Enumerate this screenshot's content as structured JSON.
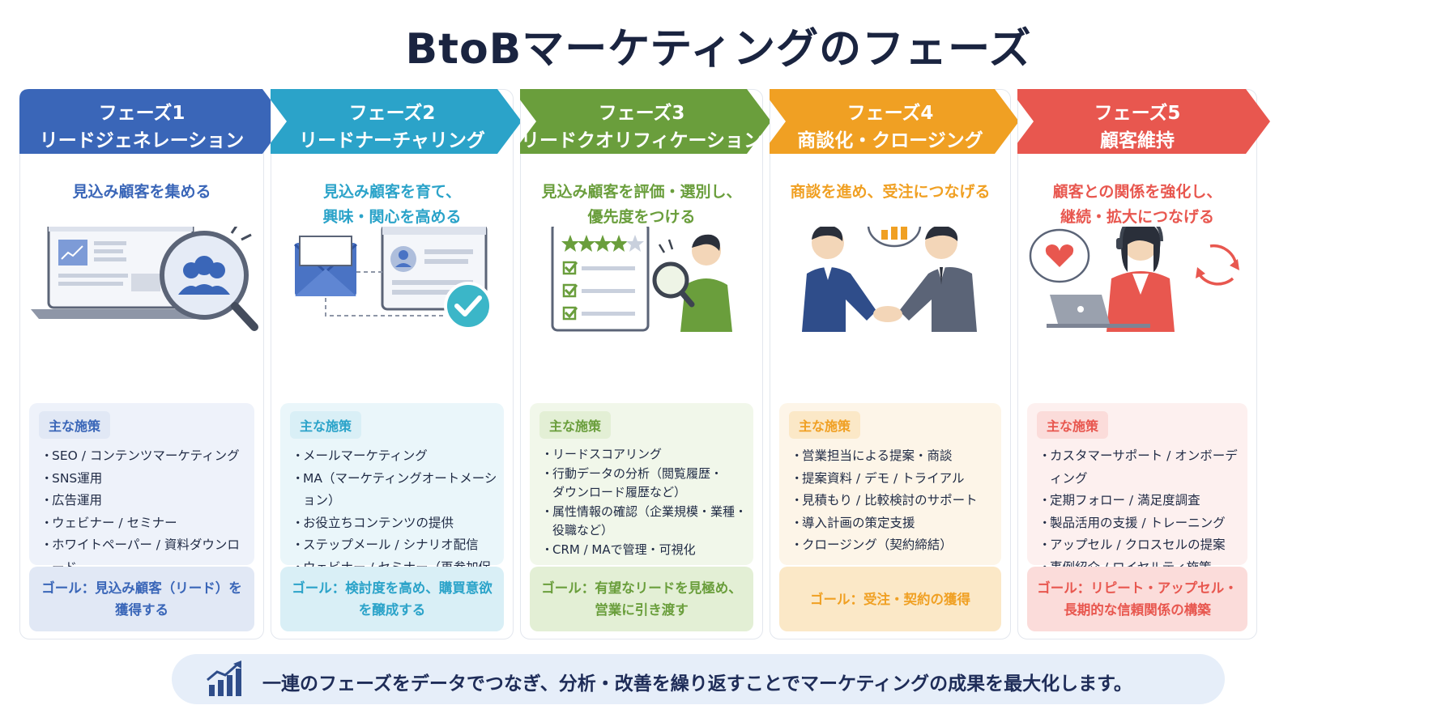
{
  "title": "BtoBマーケティングのフェーズ",
  "phases": [
    {
      "header_line1": "フェーズ1",
      "header_line2": "リードジェネレーション",
      "tagline_line1": "見込み顧客を集める",
      "tagline_line2": "",
      "measures_label": "主な施策",
      "measures": [
        "SEO / コンテンツマーケティング",
        "SNS運用",
        "広告運用",
        "ウェビナー / セミナー",
        "ホワイトペーパー / 資料ダウンロード"
      ],
      "goal_line1": "ゴール：見込み顧客（リード）を獲得する",
      "goal_line2": "",
      "color": "#3a66b8",
      "light": "#eef2fa",
      "goal_bg": "#e1e8f5",
      "icon": "laptop-magnifier-people-icon"
    },
    {
      "header_line1": "フェーズ2",
      "header_line2": "リードナーチャリング",
      "tagline_line1": "見込み顧客を育て、",
      "tagline_line2": "興味・関心を高める",
      "measures_label": "主な施策",
      "measures": [
        "メールマーケティング",
        "MA（マーケティングオートメーション）",
        "お役立ちコンテンツの提供",
        "ステップメール / シナリオ配信",
        "ウェビナー / セミナー（再参加促進）"
      ],
      "goal_line1": "ゴール：検討度を高め、購買意欲を醸成する",
      "goal_line2": "",
      "color": "#2ba3c9",
      "light": "#eaf6fa",
      "goal_bg": "#d9eff6",
      "icon": "email-profile-check-icon"
    },
    {
      "header_line1": "フェーズ3",
      "header_line2": "リードクオリフィケーション",
      "tagline_line1": "見込み顧客を評価・選別し、",
      "tagline_line2": "優先度をつける",
      "measures_label": "主な施策",
      "measures": [
        "リードスコアリング",
        "行動データの分析（閲覧履歴・|ダウンロード履歴など）",
        "属性情報の確認（企業規模・業種・|役職など）",
        "CRM / MAで管理・可視化"
      ],
      "goal_line1": "ゴール：有望なリードを見極め、",
      "goal_line2": "営業に引き渡す",
      "color": "#6a9e3c",
      "light": "#f1f7ea",
      "goal_bg": "#e3efd5",
      "icon": "checklist-stars-magnifier-icon"
    },
    {
      "header_line1": "フェーズ4",
      "header_line2": "商談化・クロージング",
      "tagline_line1": "商談を進め、受注につなげる",
      "tagline_line2": "",
      "measures_label": "主な施策",
      "measures": [
        "営業担当による提案・商談",
        "提案資料 / デモ / トライアル",
        "見積もり / 比較検討のサポート",
        "導入計画の策定支援",
        "クロージング（契約締結）"
      ],
      "goal_line1": "ゴール：受注・契約の獲得",
      "goal_line2": "",
      "color": "#f0a023",
      "light": "#fdf5e8",
      "goal_bg": "#fbe8c7",
      "icon": "handshake-chart-icon"
    },
    {
      "header_line1": "フェーズ5",
      "header_line2": "顧客維持",
      "tagline_line1": "顧客との関係を強化し、",
      "tagline_line2": "継続・拡大につなげる",
      "measures_label": "主な施策",
      "measures": [
        "カスタマーサポート / オンボーディング",
        "定期フォロー / 満足度調査",
        "製品活用の支援 / トレーニング",
        "アップセル / クロスセルの提案",
        "事例紹介 / ロイヤルティ施策"
      ],
      "goal_line1": "ゴール：リピート・アップセル・",
      "goal_line2": "長期的な信頼関係の構築",
      "color": "#e8574f",
      "light": "#fdf0ef",
      "goal_bg": "#fbdcda",
      "icon": "support-heart-refresh-icon"
    }
  ],
  "footer": {
    "text": "一連のフェーズをデータでつなぎ、分析・改善を繰り返すことでマーケティングの成果を最大化します。",
    "icon": "growth-chart-icon"
  }
}
